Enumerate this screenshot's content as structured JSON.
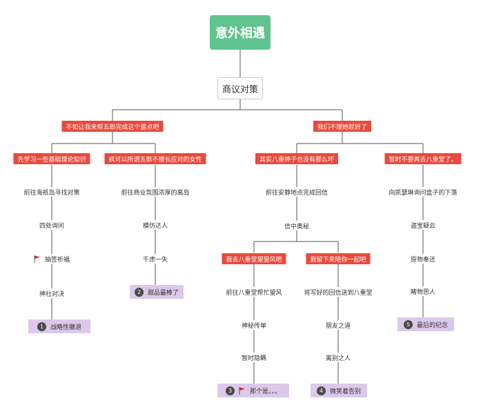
{
  "root": "意外相遇",
  "topic": "商议对策",
  "branches": {
    "left": "不如让我来帮五郎完成这个露点吧",
    "right": "我们不理她就好了"
  },
  "sub": {
    "ll": "先学习一些基础理论知识",
    "lr": "疯可以所谓五郎不擅长应对的女性",
    "rl": "其实八重神子也没有那么坏",
    "rr": "暂时不要再去八重堂了。"
  },
  "col1": [
    "前往海祇岛寻找对策",
    "四处询问",
    "抽签祈福",
    "神社对决"
  ],
  "col1_end": {
    "num": "1",
    "text": "战略性撤退"
  },
  "col2": [
    "前往商业氛围浓厚的离岛",
    "模仿达人",
    "千虑一失"
  ],
  "col2_end": {
    "num": "2",
    "text": "甜品最棒了"
  },
  "col3": [
    "前往安静地点完成回信",
    "信中奥秘"
  ],
  "col3_sub": {
    "left": "我去八重堂望望风吧",
    "right": "我留下来陪你一起吧"
  },
  "col3a": [
    "前往八重堂帮忙望风",
    "神秘传单",
    "暂时隐瞒"
  ],
  "col3a_end": {
    "num": "3",
    "text": "那个是。。。"
  },
  "col3b": [
    "将写好的回信送到八重堂",
    "朋友之道",
    "离别之人"
  ],
  "col3b_end": {
    "num": "4",
    "text": "微笑着告别"
  },
  "col4": [
    "向凯瑟琳询问盒子的下落",
    "盗宝疑云",
    "原物奉还",
    "睹物思人"
  ],
  "col4_end": {
    "num": "5",
    "text": "最后的纪念"
  },
  "colors": {
    "root": "#5fc48e",
    "red": "#ea4a3c",
    "ending": "#dcc9ea",
    "flag": "#d8262a",
    "line": "#555555"
  }
}
